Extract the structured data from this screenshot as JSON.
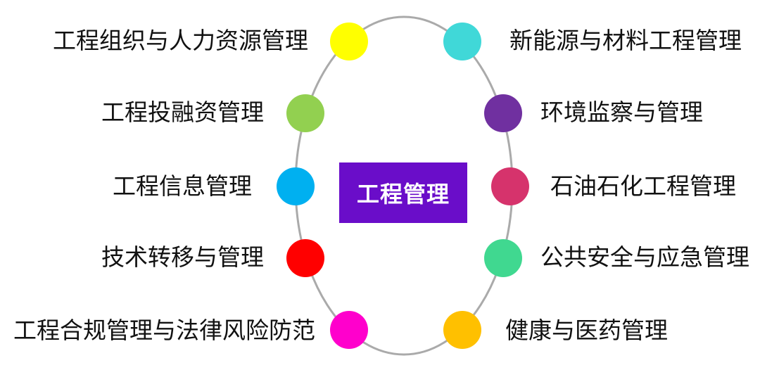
{
  "center": {
    "label": "工程管理",
    "color": "#6A0DC9"
  },
  "ring_color": "#AAAAAA",
  "left_items": [
    {
      "label": "工程组织与人力资源管理",
      "color": "#FFFF00"
    },
    {
      "label": "工程投融资管理",
      "color": "#92D050"
    },
    {
      "label": "工程信息管理",
      "color": "#00B0F0"
    },
    {
      "label": "技术转移与管理",
      "color": "#FF0000"
    },
    {
      "label": "工程合规管理与法律风险防范",
      "color": "#FF00CC"
    }
  ],
  "right_items": [
    {
      "label": "新能源与材料工程管理",
      "color": "#40D8D8"
    },
    {
      "label": "环境监察与管理",
      "color": "#7030A0"
    },
    {
      "label": "石油石化工程管理",
      "color": "#D6336C"
    },
    {
      "label": "公共安全与应急管理",
      "color": "#40D890"
    },
    {
      "label": "健康与医药管理",
      "color": "#FFC000"
    }
  ]
}
